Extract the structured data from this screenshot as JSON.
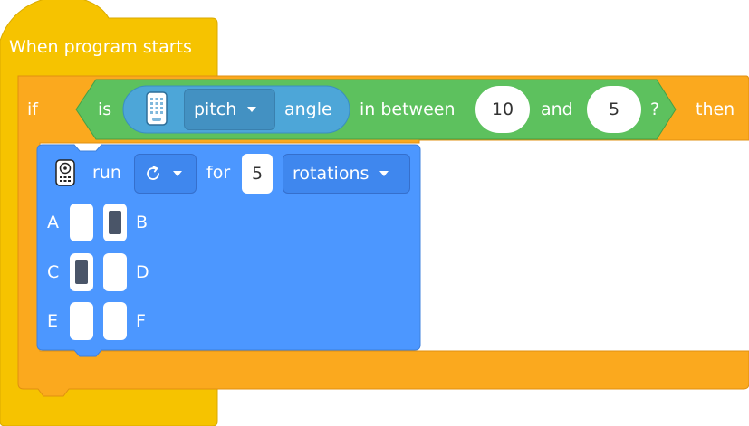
{
  "hat": {
    "label": "When program starts"
  },
  "if_block": {
    "if_label": "if",
    "then_label": "then"
  },
  "condition": {
    "is_label": "is",
    "sensor_icon": "hub-icon",
    "axis": "pitch",
    "angle_label": "angle",
    "between_label": "in between",
    "value_a": "10",
    "and_label": "and",
    "value_b": "5",
    "question": "?"
  },
  "motor_block": {
    "icon": "motor-controller-icon",
    "run_label": "run",
    "direction_icon": "clockwise-icon",
    "for_label": "for",
    "amount": "5",
    "unit": "rotations",
    "ports": [
      {
        "label": "A",
        "selected": false
      },
      {
        "label": "B",
        "selected": true
      },
      {
        "label": "C",
        "selected": true
      },
      {
        "label": "D",
        "selected": false
      },
      {
        "label": "E",
        "selected": false
      },
      {
        "label": "F",
        "selected": false
      }
    ]
  },
  "colors": {
    "events": "#F6C300",
    "control": "#FBA91E",
    "operator": "#5DC15E",
    "sensor": "#4DA6D8",
    "motor": "#4C97FF"
  }
}
